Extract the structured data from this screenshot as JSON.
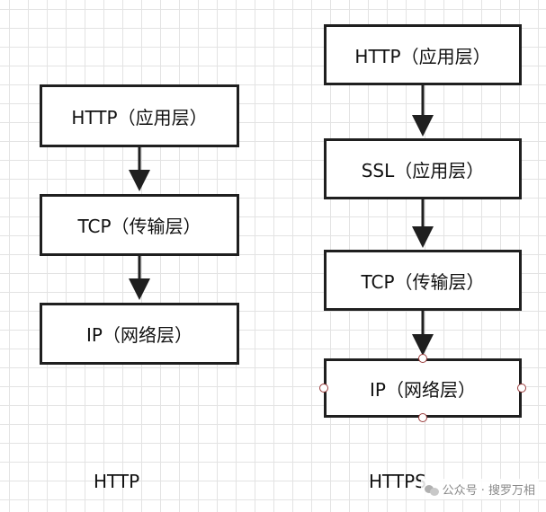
{
  "diagram": {
    "http_stack": {
      "boxes": [
        "HTTP（应用层）",
        "TCP（传输层）",
        "IP（网络层）"
      ],
      "caption": "HTTP"
    },
    "https_stack": {
      "boxes": [
        "HTTP（应用层）",
        "SSL（应用层）",
        "TCP（传输层）",
        "IP（网络层）"
      ],
      "caption": "HTTPS"
    }
  },
  "watermark": {
    "text": "公众号 · 搜罗万相"
  }
}
